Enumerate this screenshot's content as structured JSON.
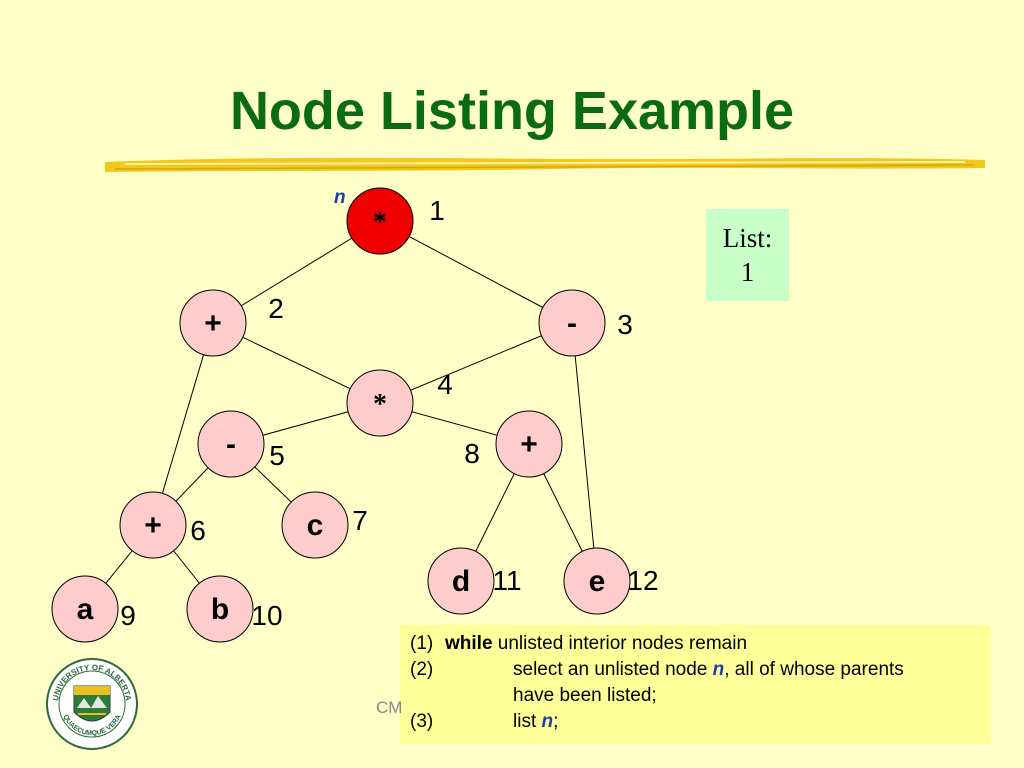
{
  "slide": {
    "title": "Node Listing Example",
    "footer_fragment": "CM"
  },
  "diagram": {
    "current_node_marker": "n",
    "nodes": [
      {
        "id": "1",
        "op": "*",
        "number": "1",
        "listed": true
      },
      {
        "id": "2",
        "op": "+",
        "number": "2",
        "listed": false
      },
      {
        "id": "3",
        "op": "-",
        "number": "3",
        "listed": false
      },
      {
        "id": "4",
        "op": "*",
        "number": "4",
        "listed": false
      },
      {
        "id": "5",
        "op": "-",
        "number": "5",
        "listed": false
      },
      {
        "id": "6",
        "op": "+",
        "number": "6",
        "listed": false
      },
      {
        "id": "7",
        "op": "c",
        "number": "7",
        "listed": false
      },
      {
        "id": "8",
        "op": "+",
        "number": "8",
        "listed": false
      },
      {
        "id": "9",
        "op": "a",
        "number": "9",
        "listed": false
      },
      {
        "id": "10",
        "op": "b",
        "number": "10",
        "listed": false
      },
      {
        "id": "11",
        "op": "d",
        "number": "11",
        "listed": false
      },
      {
        "id": "12",
        "op": "e",
        "number": "12",
        "listed": false
      }
    ],
    "edges": [
      [
        "1",
        "2"
      ],
      [
        "1",
        "3"
      ],
      [
        "2",
        "4"
      ],
      [
        "3",
        "4"
      ],
      [
        "2",
        "6"
      ],
      [
        "3",
        "12"
      ],
      [
        "4",
        "5"
      ],
      [
        "4",
        "8"
      ],
      [
        "5",
        "6"
      ],
      [
        "5",
        "7"
      ],
      [
        "8",
        "11"
      ],
      [
        "8",
        "12"
      ],
      [
        "6",
        "9"
      ],
      [
        "6",
        "10"
      ]
    ],
    "colors": {
      "node_fill": "#ffcccc",
      "listed_fill": "#ee0000",
      "edge": "#000000"
    }
  },
  "list_box": {
    "heading": "List:",
    "items": "1"
  },
  "algorithm": {
    "line1_num": "(1)",
    "line1_keyword": "while",
    "line1_rest": " unlisted interior nodes remain",
    "line2_num": "(2)",
    "line2_pre": "select an unlisted node ",
    "line2_var": "n",
    "line2_post": ", all of whose parents",
    "line2b": "have been listed;",
    "line3_num": "(3)",
    "line3_pre": "list ",
    "line3_var": "n",
    "line3_post": ";"
  },
  "logo": {
    "text_top": "UNIVERSITY OF ALBERTA",
    "text_bottom": "QUAECUMQUE VERA"
  }
}
